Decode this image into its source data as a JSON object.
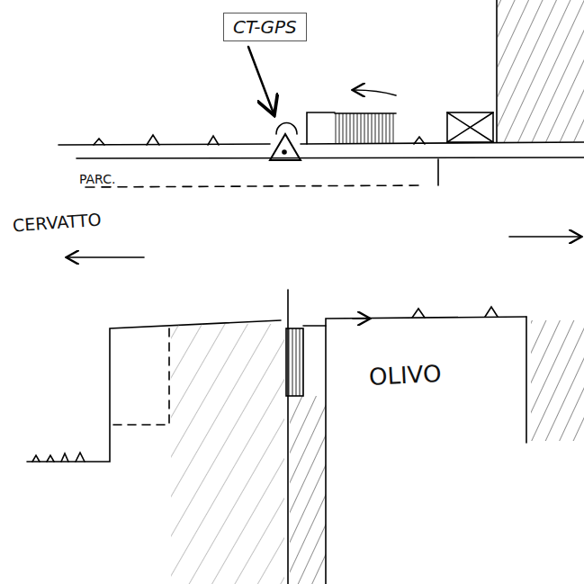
{
  "diagram": {
    "nodes": [
      {
        "text": [
          "CT-GPS"
        ]
      }
    ],
    "labels": [
      "PARC.",
      "CERVATTO",
      "OLIVO"
    ]
  }
}
